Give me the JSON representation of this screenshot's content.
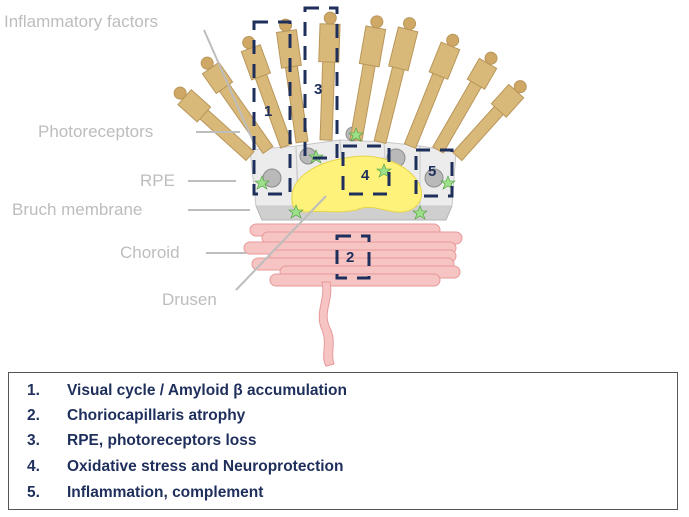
{
  "labels": {
    "inflammatory": "Inflammatory factors",
    "photoreceptors": "Photoreceptors",
    "rpe": "RPE",
    "bruch": "Bruch membrane",
    "choroid": "Choroid",
    "drusen": "Drusen"
  },
  "regions": [
    "1",
    "2",
    "3",
    "4",
    "5"
  ],
  "legend": [
    {
      "num": "1.",
      "text": "Visual cycle / Amyloid β accumulation"
    },
    {
      "num": "2.",
      "text": "Choriocapillaris atrophy"
    },
    {
      "num": "3.",
      "text": "RPE, photoreceptors loss"
    },
    {
      "num": "4.",
      "text": "Oxidative stress and Neuroprotection"
    },
    {
      "num": "5.",
      "text": "Inflammation, complement"
    }
  ],
  "colors": {
    "photoreceptor": "#d9b97a",
    "label_gray": "#bdbdbd",
    "dash_navy": "#1f2f5c",
    "drusen": "#fff27a",
    "choroid": "#f7c4c4",
    "bruch": "#cfcfcf",
    "legend_text": "#1f2f5c"
  }
}
